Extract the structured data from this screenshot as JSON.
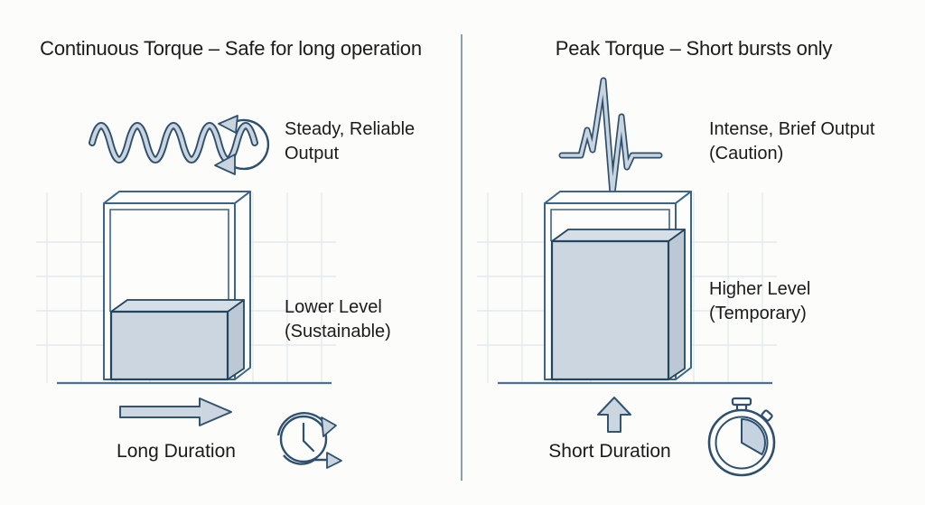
{
  "diagram": {
    "left": {
      "title": "Continuous Torque – Safe for long operation",
      "output_lines": [
        "Steady, Reliable",
        "Output"
      ],
      "level_lines": [
        "Lower Level",
        "(Sustainable)"
      ],
      "duration_label": "Long Duration",
      "wave_icon": "sine-wave-rotation-icon",
      "container_graphic": "tank-low-fill",
      "direction_icon": "right-arrow-icon",
      "time_icon": "clock-history-icon"
    },
    "right": {
      "title": "Peak Torque – Short bursts only",
      "output_lines": [
        "Intense, Brief Output",
        "(Caution)"
      ],
      "level_lines": [
        "Higher Level",
        "(Temporary)"
      ],
      "duration_label": "Short Duration",
      "wave_icon": "pulse-spike-icon",
      "container_graphic": "tank-high-fill",
      "direction_icon": "up-arrow-icon",
      "time_icon": "stopwatch-icon"
    },
    "colors": {
      "background": "#fcfcfa",
      "stroke_dark": "#2e506e",
      "stroke_mid": "#3b6489",
      "fill_light": "#ccd6e0",
      "fill_top": "#d6dee6",
      "fill_side": "#bcc9d5",
      "grid": "#d7e0e7",
      "ground": "#4a7294",
      "divider": "#8ba0ad",
      "text": "#1b1b1b"
    }
  }
}
